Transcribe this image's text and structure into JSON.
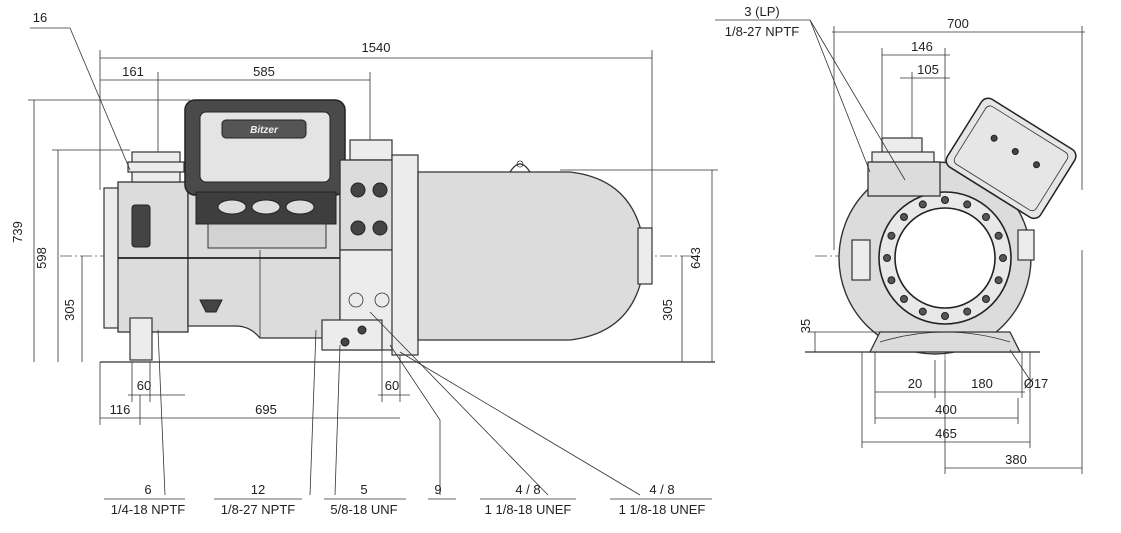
{
  "side_view": {
    "dim_16": "16",
    "dim_1540": "1540",
    "dim_161": "161",
    "dim_585": "585",
    "dim_739": "739",
    "dim_598": "598",
    "dim_305_left": "305",
    "dim_643": "643",
    "dim_305_right": "305",
    "dim_60_left": "60",
    "dim_60_right": "60",
    "dim_116": "116",
    "dim_695": "695",
    "callouts": [
      {
        "num": "6",
        "spec": "1/4-18 NPTF"
      },
      {
        "num": "12",
        "spec": "1/8-27 NPTF"
      },
      {
        "num": "5",
        "spec": "5/8-18 UNF"
      },
      {
        "num": "9",
        "spec": ""
      },
      {
        "num": "4 / 8",
        "spec": "1 1/8-18 UNEF"
      },
      {
        "num": "4 / 8",
        "spec": "1 1/8-18 UNEF"
      }
    ]
  },
  "front_view": {
    "callout_top_num": "3 (LP)",
    "callout_top_spec": "1/8-27 NPTF",
    "dim_700": "700",
    "dim_146": "146",
    "dim_105": "105",
    "dim_35": "35",
    "dim_20": "20",
    "dim_180": "180",
    "dim_400": "400",
    "dim_465": "465",
    "dim_380": "380",
    "dim_hole": "Ø17"
  },
  "logo_text": "Bitzer"
}
